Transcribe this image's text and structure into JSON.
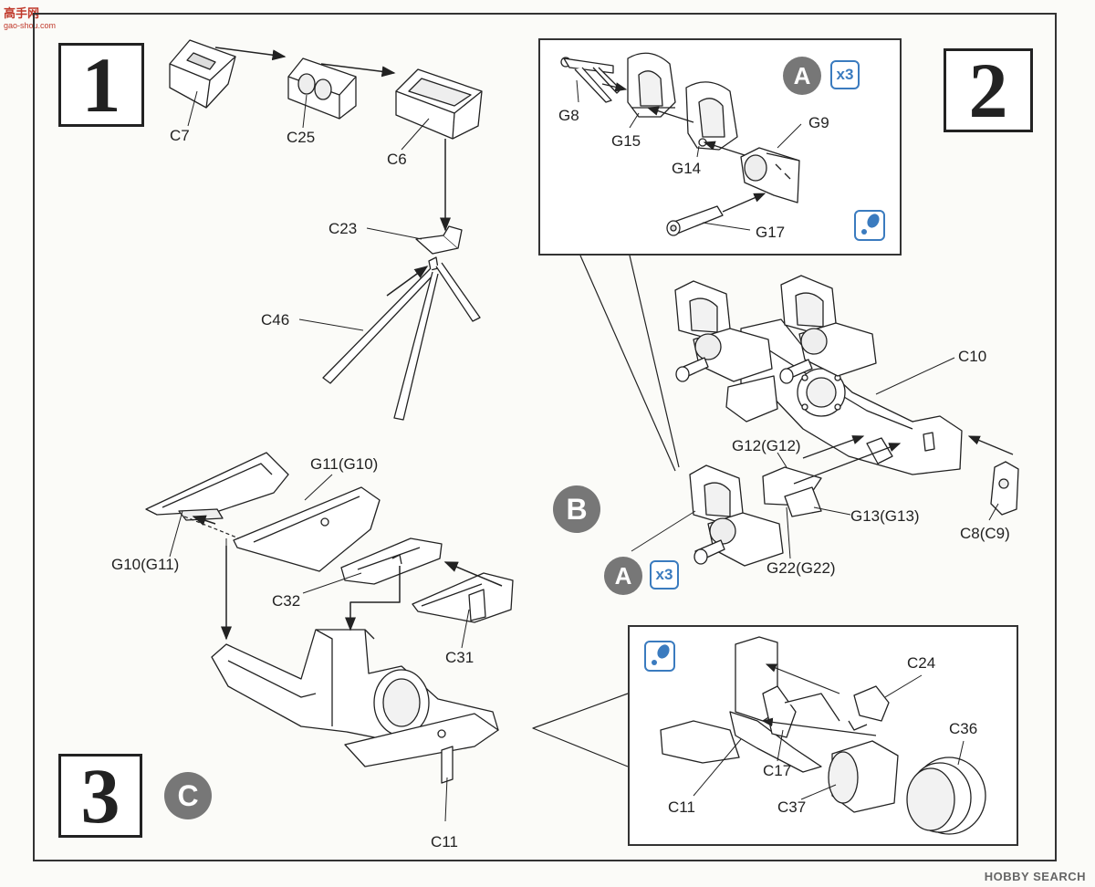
{
  "watermark_top_left": {
    "title": "高手网",
    "url": "gao-shou.com"
  },
  "watermark_bottom_right": "HOBBY SEARCH",
  "steps": {
    "step1": "1",
    "step2": "2",
    "step3": "3"
  },
  "markers": {
    "a_top": "A",
    "a_bottom": "A",
    "b": "B",
    "c": "C",
    "x3_top": "x3",
    "x3_bottom": "x3"
  },
  "labels": {
    "C7": "C7",
    "C25": "C25",
    "C6": "C6",
    "C23": "C23",
    "C46": "C46",
    "G8": "G8",
    "G15": "G15",
    "G14": "G14",
    "G9": "G9",
    "G17": "G17",
    "C10": "C10",
    "G12": "G12(G12)",
    "G13": "G13(G13)",
    "C8": "C8(C9)",
    "G22": "G22(G22)",
    "G11": "G11(G10)",
    "G10": "G10(G11)",
    "C32": "C32",
    "C31": "C31",
    "C11_main": "C11",
    "C24": "C24",
    "C36": "C36",
    "C17": "C17",
    "C11_inset": "C11",
    "C37": "C37"
  },
  "colors": {
    "frame": "#333333",
    "marker_gray": "#777777",
    "icon_blue": "#3a7bbf",
    "watermark_red": "#c0392b"
  }
}
